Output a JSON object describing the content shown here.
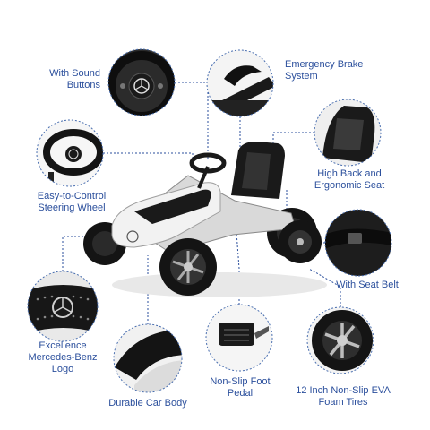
{
  "labels": {
    "sound": [
      "With Sound",
      "Buttons"
    ],
    "brake": [
      "Emergency Brake",
      "System"
    ],
    "seat": [
      "High Back and",
      "Ergonomic Seat"
    ],
    "steering": [
      "Easy-to-Control",
      "Steering Wheel"
    ],
    "belt": [
      "With Seat Belt"
    ],
    "logo": [
      "Excellence",
      "Mercedes-Benz",
      "Logo"
    ],
    "body": [
      "Durable Car Body"
    ],
    "pedal": [
      "Non-Slip Foot",
      "Pedal"
    ],
    "tires": [
      "12 Inch Non-Slip EVA",
      "Foam Tires"
    ]
  },
  "colors": {
    "label_text": "#2b4f9c",
    "circle_border": "#4a6fb0",
    "callout_line": "#2b4f9c",
    "kart_body": "#f2f2f2",
    "kart_black": "#1a1a1a",
    "tire": "#141414"
  }
}
